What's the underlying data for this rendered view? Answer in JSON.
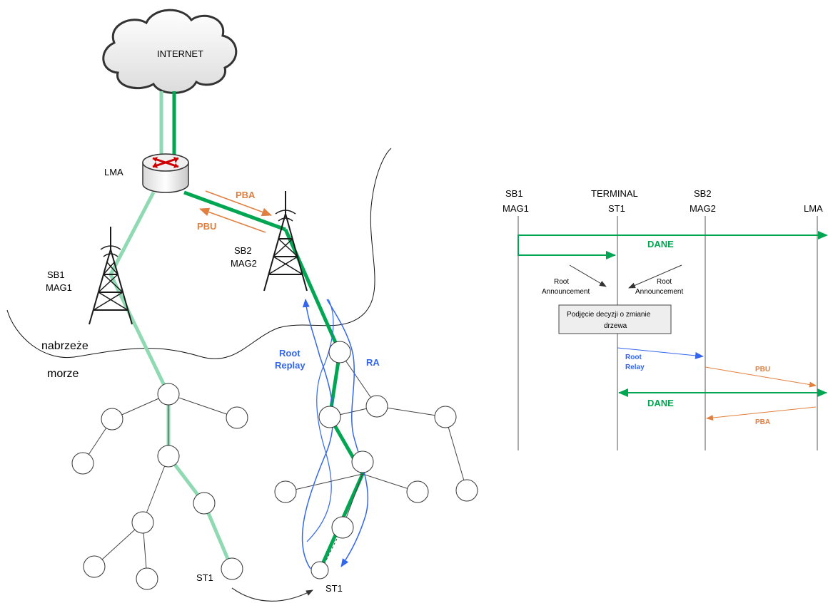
{
  "colors": {
    "data_green": "#00a651",
    "light_green": "#8fd9b3",
    "pbu_pba_orange": "#e07f3f",
    "root_blue": "#3366ee",
    "node_fill": "#ffffff",
    "node_stroke": "#333333"
  },
  "topology": {
    "internet_label": "INTERNET",
    "lma_label": "LMA",
    "sb1_label": [
      "SB1",
      "MAG1"
    ],
    "sb2_label": [
      "SB2",
      "MAG2"
    ],
    "pba_label": "PBA",
    "pbu_label": "PBU",
    "root_replay_label": [
      "Root",
      "Replay"
    ],
    "ra_label": "RA",
    "shore_label": "nabrzeże",
    "sea_label": "morze",
    "st1_old_label": "ST1",
    "st1_new_label": "ST1"
  },
  "sequence": {
    "participants": [
      {
        "name": "SB1",
        "sub": "MAG1"
      },
      {
        "name": "TERMINAL",
        "sub": "ST1"
      },
      {
        "name": "SB2",
        "sub": "MAG2"
      },
      {
        "name": "LMA",
        "sub": ""
      }
    ],
    "dane_top_label": "DANE",
    "root_ann_left": [
      "Root",
      "Announcement"
    ],
    "root_ann_right": [
      "Root",
      "Announcement"
    ],
    "decision_box": [
      "Podjęcie decyzji o zmianie",
      "drzewa"
    ],
    "root_relay_label": [
      "Root",
      "Relay"
    ],
    "pbu_label": "PBU",
    "dane_bottom_label": "DANE",
    "pba_label": "PBA"
  }
}
